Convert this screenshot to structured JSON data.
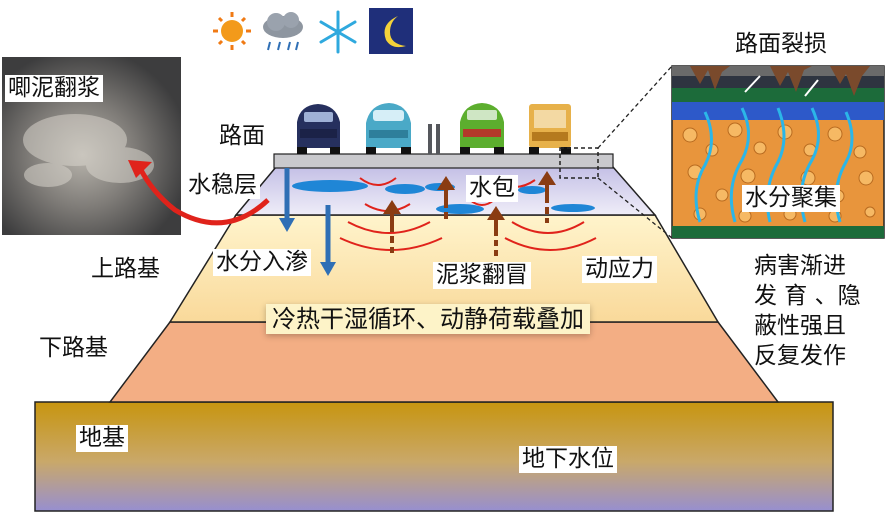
{
  "labels": {
    "pumping": "唧泥翻浆",
    "pavement": "路面",
    "base_layer": "水稳层",
    "water_pocket": "水包",
    "infiltration": "水分入渗",
    "upper_subgrade": "上路基",
    "lower_subgrade": "下路基",
    "mud_pumping": "泥浆翻冒",
    "dynamic_stress": "动应力",
    "cycle": "冷热干湿循环、动静荷载叠加",
    "foundation": "地基",
    "groundwater": "地下水位",
    "surface_crack": "路面裂损",
    "water_accumulation": "水分聚集"
  },
  "side_text": [
    "病害渐进",
    "发 育 、隐",
    "蔽性强且",
    "反复发作"
  ],
  "weather_icons": [
    "sun-icon",
    "rain-cloud-icon",
    "snowflake-icon",
    "moon-icon"
  ],
  "vehicles": [
    "dark-car-icon",
    "teal-car-icon",
    "green-car-icon",
    "truck-icon"
  ],
  "colors": {
    "pavement": "#c8c8cc",
    "base_layer": "#d6d2ea",
    "upper_subgrade": "#fbe2a8",
    "lower_subgrade": "#f2ae84",
    "foundation_top": "#c99a1a",
    "foundation_bottom": "#9c93c6",
    "water": "#1f86d6",
    "arrow_red": "#e0231b",
    "arrow_brown": "#8a3c12"
  }
}
